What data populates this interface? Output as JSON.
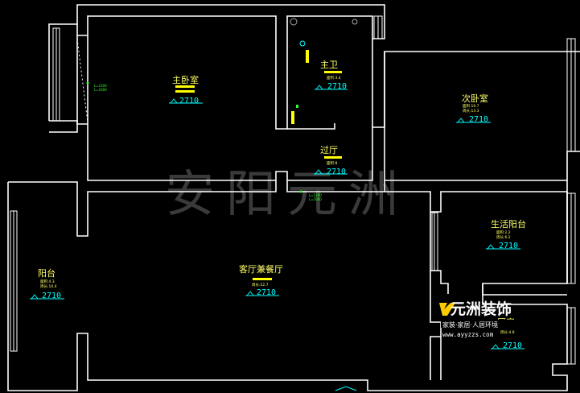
{
  "watermark": "安阳元洲",
  "ceiling_height": "2710",
  "rooms": {
    "master_bedroom": {
      "name": "主卧室"
    },
    "master_bath": {
      "name": "主卫",
      "note": "面积:3.4"
    },
    "second_bedroom": {
      "name": "次卧室",
      "note1": "面积:10.7",
      "note2": "周长:13.3"
    },
    "hall": {
      "name": "过厅",
      "note": "面积:8"
    },
    "living_dining": {
      "name": "客厅兼餐厅",
      "note": "周长:22.7"
    },
    "balcony": {
      "name": "阳台",
      "note1": "面积:4.3",
      "note2": "周长:10.4"
    },
    "utility_balcony": {
      "name": "生活阳台",
      "note1": "面积:2.2",
      "note2": "周长:6.2"
    },
    "kitchen": {
      "name": "厨房",
      "note": "周长:4.8"
    }
  },
  "dims": {
    "d1a": "L=1200",
    "d1b": "L=1000",
    "d2a": "L=1200",
    "d2b": "L=1000"
  },
  "logo": {
    "name": "元洲装饰",
    "tagline": "家装·家居·人居环境",
    "url": "www.ayyzzs.com"
  },
  "colors": {
    "background": "#000000",
    "wall": "#ffffff",
    "label": "#ffff66",
    "height": "#00ffff"
  }
}
